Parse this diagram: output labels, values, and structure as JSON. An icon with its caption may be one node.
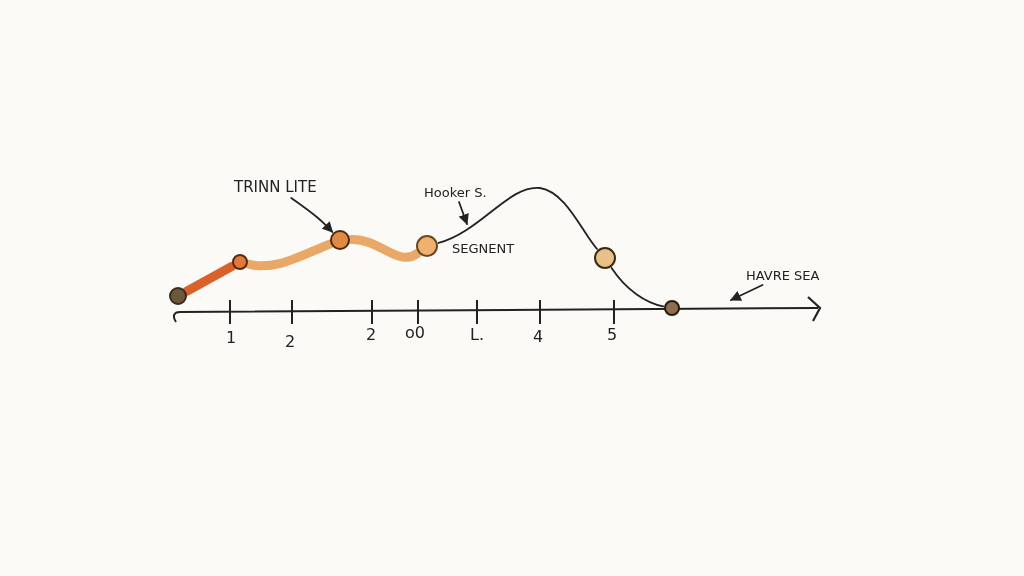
{
  "diagram": {
    "nodes": [
      {
        "text": [],
        "shape": "circle"
      },
      {
        "text": [],
        "shape": "circle"
      },
      {
        "text": [],
        "shape": "circle"
      },
      {
        "text": [],
        "shape": "circle"
      },
      {
        "text": [],
        "shape": "circle"
      },
      {
        "text": [],
        "shape": "circle"
      },
      {
        "text": [
          "TRINN LITE"
        ]
      },
      {
        "text": [
          "Hooker S."
        ]
      },
      {
        "text": [
          "HAVRE SEA"
        ]
      }
    ],
    "edges": [
      {
        "from": 0,
        "to": 1,
        "arrow": "none",
        "style": "thick",
        "color": "#d9622b"
      },
      {
        "from": 1,
        "to": 2,
        "arrow": "none",
        "style": "thick",
        "color": "#e9a867"
      },
      {
        "from": 2,
        "to": 3,
        "arrow": "none",
        "style": "thick",
        "color": "#e9a867"
      },
      {
        "from": 3,
        "to": 4,
        "arrow": "none"
      },
      {
        "from": 4,
        "to": 5,
        "arrow": "none"
      },
      {
        "from": 6,
        "to": 2,
        "arrow": "to"
      },
      {
        "from": 7,
        "to": null,
        "arrow": "to"
      },
      {
        "from": 8,
        "to": null,
        "arrow": "to"
      }
    ],
    "labels": [
      "SEGNENT",
      "1",
      "2",
      "2",
      "o0",
      "L.",
      "4",
      "5"
    ]
  }
}
